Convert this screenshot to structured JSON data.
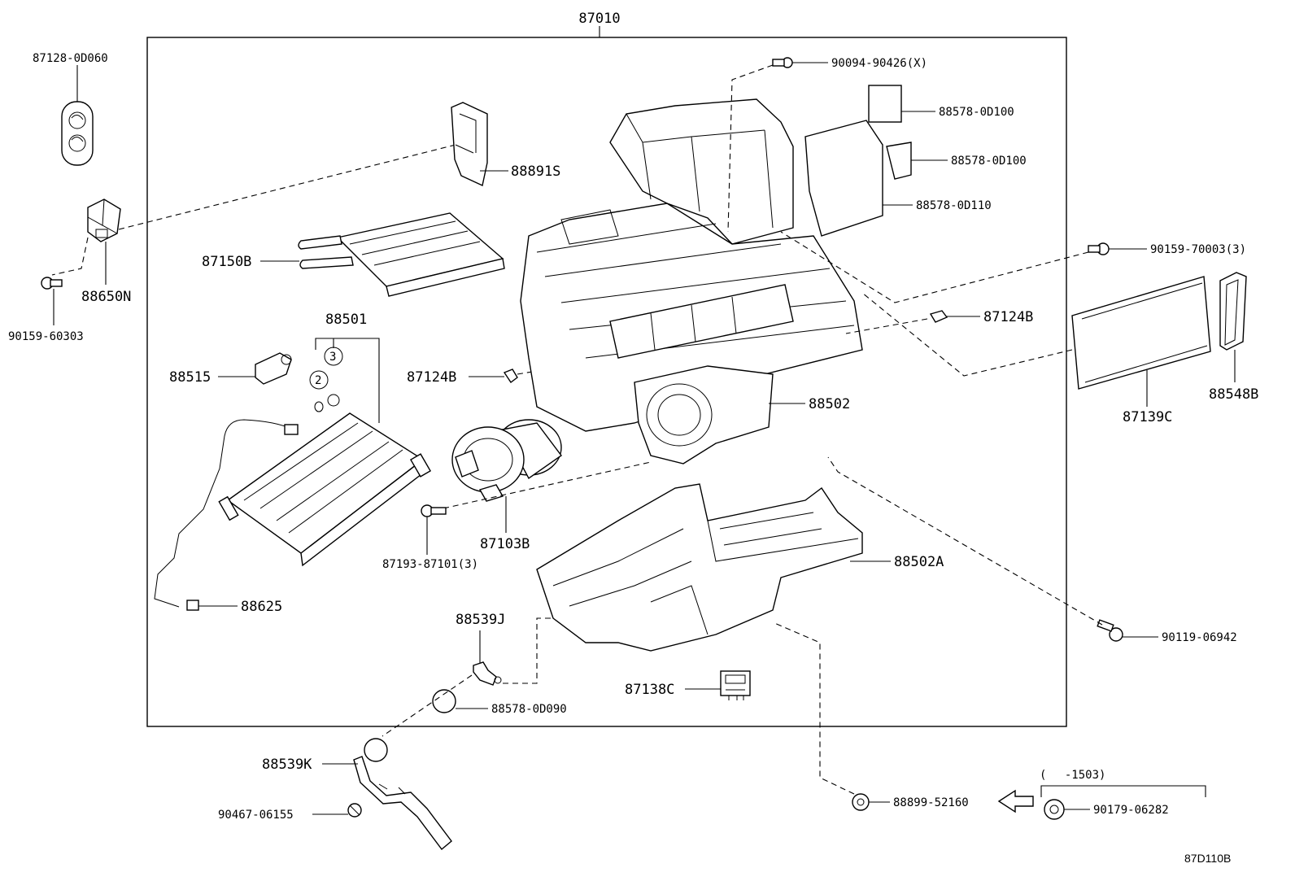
{
  "diagram": {
    "assembly_label": "87010",
    "bottom_code": "87D110B",
    "callouts": {
      "c87128_0D060": "87128-0D060",
      "c88650N": "88650N",
      "c90159_60303": "90159-60303",
      "c88891S": "88891S",
      "c87150B": "87150B",
      "c88501": "88501",
      "c88515": "88515",
      "c88625": "88625",
      "c87124B_left": "87124B",
      "c87103B": "87103B",
      "c87193_87101": "87193-87101(3)",
      "c88539J": "88539J",
      "c88578_0D090": "88578-0D090",
      "c88539K": "88539K",
      "c90467_06155": "90467-06155",
      "c90094_90426": "90094-90426(X)",
      "c88578_0D100_a": "88578-0D100",
      "c88578_0D100_b": "88578-0D100",
      "c88578_0D110": "88578-0D110",
      "c90159_70003": "90159-70003(3)",
      "c87124B_right": "87124B",
      "c87139C": "87139C",
      "c88548B": "88548B",
      "c88502": "88502",
      "c88502A": "88502A",
      "c90119_06942": "90119-06942",
      "c87138C": "87138C",
      "c88899_52160": "88899-52160",
      "c90179_06282": "90179-06282",
      "c_range": "(　 -1503)",
      "c_circle2": "2",
      "c_circle3": "3"
    }
  }
}
